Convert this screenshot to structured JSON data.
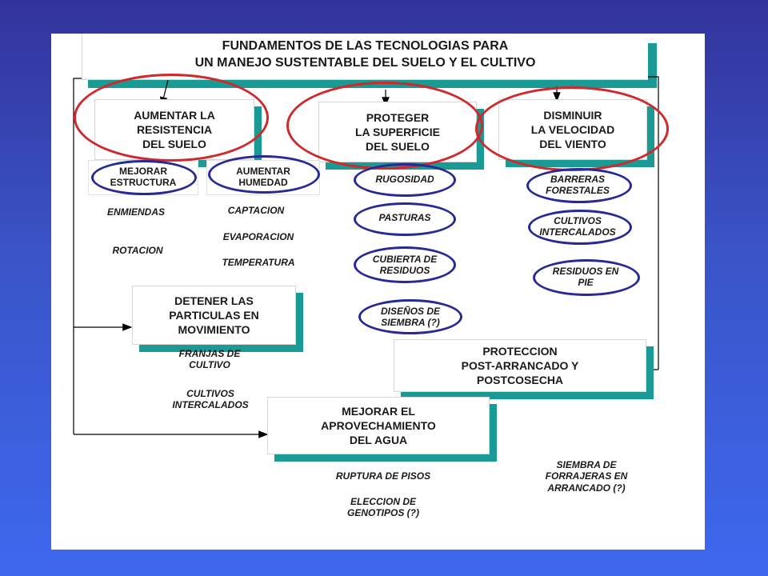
{
  "title": "FUNDAMENTOS DE LAS TECNOLOGIAS PARA\nUN  MANEJO SUSTENTABLE DEL SUELO Y EL CULTIVO",
  "boxes": {
    "resistencia": "AUMENTAR LA\nRESISTENCIA\nDEL SUELO",
    "proteger": "PROTEGER\nLA SUPERFICIE\nDEL SUELO",
    "velocidad": "DISMINUIR\nLA VELOCIDAD\nDEL VIENTO",
    "detener": "DETENER LAS\nPARTICULAS EN\nMOVIMIENTO",
    "proteccion": "PROTECCION\nPOST-ARRANCADO Y\nPOSTCOSECHA",
    "agua": "MEJORAR EL\nAPROVECHAMIENTO\nDEL AGUA"
  },
  "subitems": {
    "estructura": "MEJORAR\nESTRUCTURA",
    "humedad": "AUMENTAR\nHUMEDAD",
    "rugosidad": "RUGOSIDAD",
    "pasturas": "PASTURAS",
    "cubierta": "CUBIERTA DE\nRESIDUOS",
    "disenos": "DISEÑOS DE\nSIEMBRA (?)",
    "barreras": "BARRERAS\nFORESTALES",
    "cultivos_intercalados_right": "CULTIVOS\nINTERCALADOS",
    "residuos_pie": "RESIDUOS EN\nPIE"
  },
  "texts": {
    "enmiendas": "ENMIENDAS",
    "rotacion": "ROTACION",
    "captacion": "CAPTACION",
    "evaporacion": "EVAPORACION",
    "temperatura": "TEMPERATURA",
    "franjas": "FRANJAS DE\nCULTIVO",
    "cultivos_intercalados_left": "CULTIVOS\nINTERCALADOS",
    "ruptura": "RUPTURA DE PISOS",
    "eleccion": "ELECCION DE\nGENOTIPOS (?)",
    "siembra_forrajeras": "SIEMBRA DE\nFORRAJERAS EN\nARRANCADO (?)"
  },
  "colors": {
    "background_top": "#33339c",
    "background_bottom": "#3d68ee",
    "box_shadow": "#1a9a94",
    "highlight_red": "#d0282b",
    "highlight_blue": "#262a94"
  }
}
